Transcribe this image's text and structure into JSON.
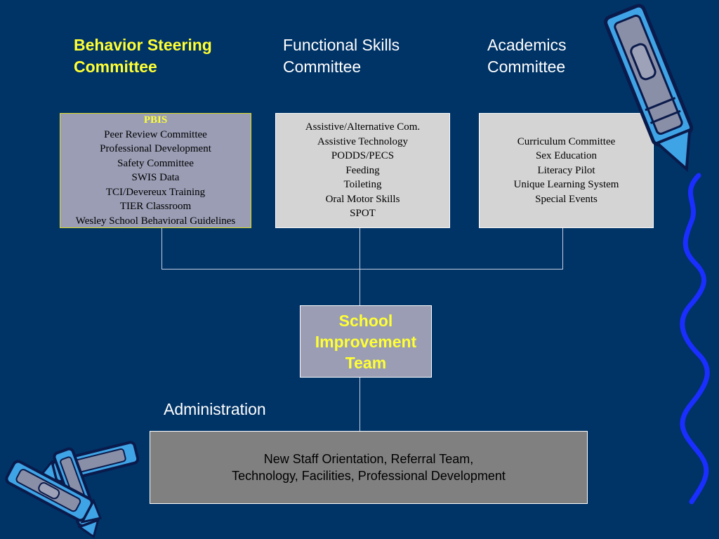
{
  "headings": {
    "behavior": [
      "Behavior Steering",
      "Committee"
    ],
    "functional": [
      "Functional Skills",
      "Committee"
    ],
    "academics": [
      "Academics",
      "Committee"
    ]
  },
  "behavior_box": {
    "items": [
      "PBIS",
      "Peer Review Committee",
      "Professional Development",
      "Safety Committee",
      "SWIS Data",
      "TCI/Devereux Training",
      "TIER Classroom",
      "Wesley School Behavioral Guidelines"
    ]
  },
  "functional_box": {
    "items": [
      "Assistive/Alternative Com.",
      "Assistive Technology",
      "PODDS/PECS",
      "Feeding",
      "Toileting",
      "Oral Motor Skills",
      "SPOT"
    ]
  },
  "academics_box": {
    "items": [
      "Curriculum Committee",
      "Sex Education",
      "Literacy Pilot",
      "Unique Learning System",
      "Special Events"
    ]
  },
  "sit": {
    "lines": [
      "School",
      "Improvement",
      "Team"
    ]
  },
  "administration": {
    "label": "Administration",
    "lines": [
      "New Staff Orientation, Referral Team,",
      "Technology, Facilities, Professional Development"
    ]
  },
  "colors": {
    "background": "#003366",
    "highlight": "#ffff33",
    "box_light": "#d4d4d4",
    "box_lilac": "#9a9db4",
    "admin_box": "#808080"
  },
  "icons": [
    "crayon-icon",
    "crayon-icon",
    "crayon-icon",
    "squiggle-line-icon"
  ]
}
